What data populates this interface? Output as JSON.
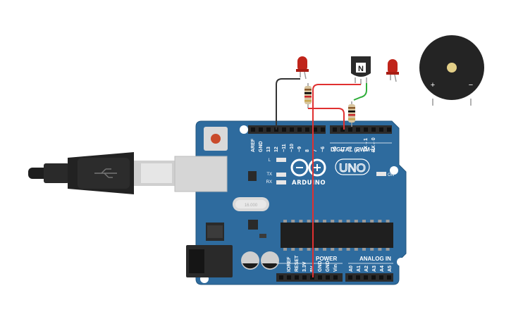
{
  "board": {
    "brand": "ARDUINO",
    "model": "UNO",
    "digital_label": "DIGITAL (PWM~)",
    "power_label": "POWER",
    "analog_label": "ANALOG IN",
    "on_label": "ON",
    "led_l": "L",
    "led_tx": "TX",
    "led_rx": "RX",
    "crystal_label": "16.000",
    "top_pins": [
      "AREF",
      "GND",
      "13",
      "12",
      "~11",
      "~10",
      "~9",
      "8",
      "7",
      "~6",
      "~5",
      "4",
      "~3",
      "2",
      "TX→1",
      "RX←0"
    ],
    "power_pins": [
      "IOREF",
      "RESET",
      "3.3V",
      "5V",
      "GND",
      "GND",
      "Vin"
    ],
    "analog_pins": [
      "A0",
      "A1",
      "A2",
      "A3",
      "A4",
      "A5"
    ]
  },
  "transistor": {
    "label": "N"
  },
  "buzzer": {
    "plus": "+",
    "minus": "−"
  },
  "colors": {
    "board": "#2e6b9e",
    "header": "#2b2b2b",
    "wire_red": "#e03030",
    "wire_black": "#333333",
    "wire_green": "#2fae3a",
    "led": "#c0241a"
  }
}
